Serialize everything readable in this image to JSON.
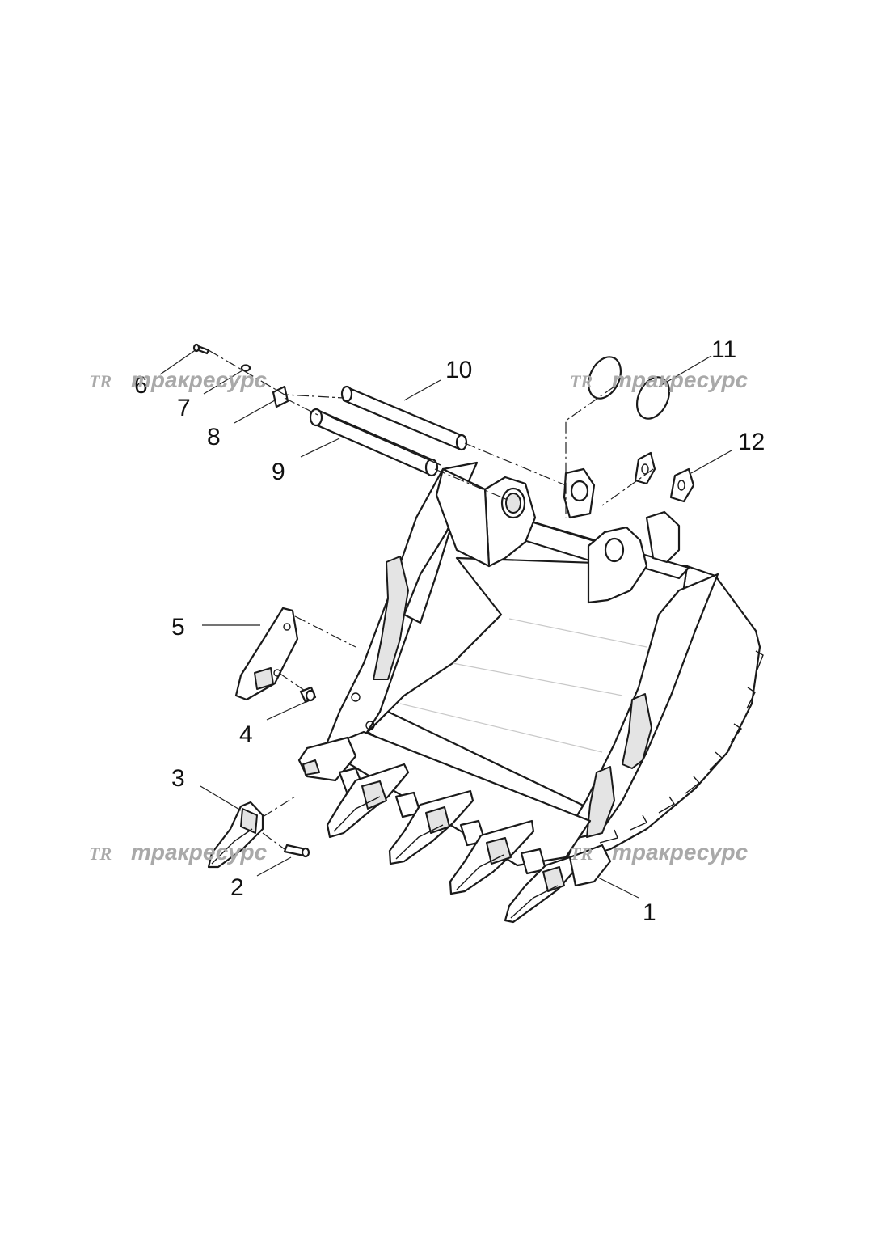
{
  "callouts": [
    "1",
    "2",
    "3",
    "4",
    "5",
    "6",
    "7",
    "8",
    "9",
    "10",
    "11",
    "12"
  ],
  "watermark": {
    "logo_text": "TR",
    "text": "тракресурс",
    "color": "#a9a9a9"
  },
  "colors": {
    "line": "#1a1a1a",
    "shade": "#e4e4e4",
    "background": "#ffffff"
  }
}
